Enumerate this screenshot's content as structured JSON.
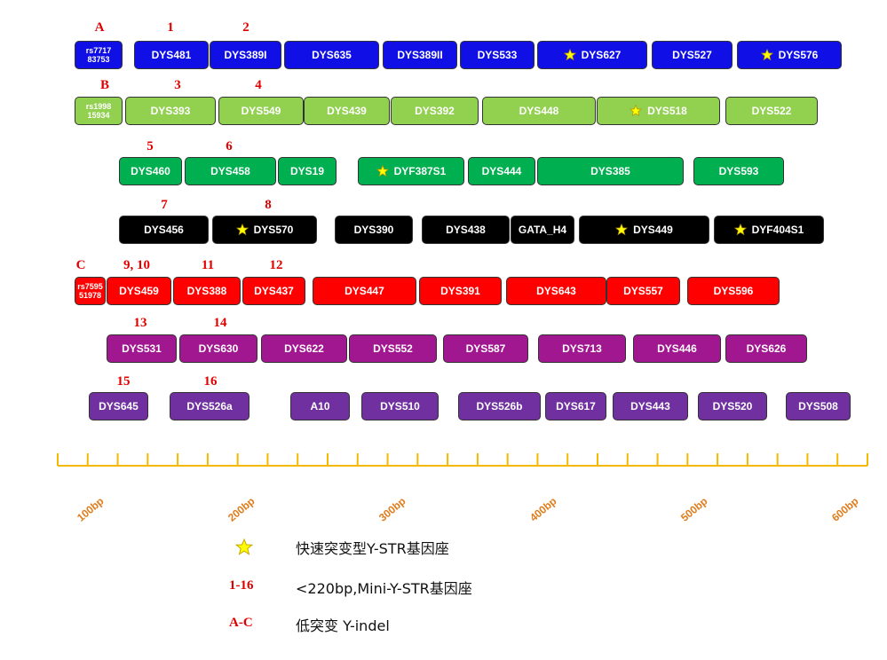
{
  "colors": {
    "blue": "#1010e6",
    "lightgreen": "#92d050",
    "green": "#00b050",
    "black": "#000000",
    "red": "#ff0000",
    "magenta": "#a0178f",
    "purple": "#7030a0",
    "star": "#ffff00",
    "axis": "#f5b800",
    "tick_label": "#e07b1a",
    "marker_red": "#e00000"
  },
  "rows": [
    {
      "color": "blue",
      "text_color": "#ffffff",
      "loci": [
        {
          "label": "rs7717\n83753",
          "small": true,
          "star": false
        },
        {
          "label": "DYS481",
          "star": false
        },
        {
          "label": "DYS389I",
          "star": false
        },
        {
          "label": "DYS635",
          "star": false
        },
        {
          "label": "DYS389II",
          "star": false
        },
        {
          "label": "DYS533",
          "star": false
        },
        {
          "label": "DYS627",
          "star": true
        },
        {
          "label": "DYS527",
          "star": false
        },
        {
          "label": "DYS576",
          "star": true
        }
      ]
    },
    {
      "color": "lightgreen",
      "text_color": "#ffffff",
      "loci": [
        {
          "label": "rs1998\n15934",
          "small": true,
          "star": false
        },
        {
          "label": "DYS393",
          "star": false
        },
        {
          "label": "DYS549",
          "star": false
        },
        {
          "label": "DYS439",
          "star": false
        },
        {
          "label": "DYS392",
          "star": false
        },
        {
          "label": "DYS448",
          "star": false
        },
        {
          "label": "DYS518",
          "star": true
        },
        {
          "label": "DYS522",
          "star": false
        }
      ]
    },
    {
      "color": "green",
      "text_color": "#ffffff",
      "loci": [
        {
          "label": "DYS460",
          "star": false
        },
        {
          "label": "DYS458",
          "star": false
        },
        {
          "label": "DYS19",
          "star": false
        },
        {
          "label": "DYF387S1",
          "star": true
        },
        {
          "label": "DYS444",
          "star": false
        },
        {
          "label": "DYS385",
          "star": false
        },
        {
          "label": "DYS593",
          "star": false
        }
      ]
    },
    {
      "color": "black",
      "text_color": "#ffffff",
      "loci": [
        {
          "label": "DYS456",
          "star": false
        },
        {
          "label": "DYS570",
          "star": true
        },
        {
          "label": "DYS390",
          "star": false
        },
        {
          "label": "DYS438",
          "star": false
        },
        {
          "label": "GATA_H4",
          "star": false
        },
        {
          "label": "DYS449",
          "star": true
        },
        {
          "label": "DYF404S1",
          "star": true
        }
      ]
    },
    {
      "color": "red",
      "text_color": "#ffffff",
      "loci": [
        {
          "label": "rs7595\n51978",
          "small": true,
          "star": false
        },
        {
          "label": "DYS459",
          "star": false
        },
        {
          "label": "DYS388",
          "star": false
        },
        {
          "label": "DYS437",
          "star": false
        },
        {
          "label": "DYS447",
          "star": false
        },
        {
          "label": "DYS391",
          "star": false
        },
        {
          "label": "DYS643",
          "star": false
        },
        {
          "label": "DYS557",
          "star": false
        },
        {
          "label": "DYS596",
          "star": false
        }
      ]
    },
    {
      "color": "magenta",
      "text_color": "#ffffff",
      "loci": [
        {
          "label": "DYS531",
          "star": false
        },
        {
          "label": "DYS630",
          "star": false
        },
        {
          "label": "DYS622",
          "star": false
        },
        {
          "label": "DYS552",
          "star": false
        },
        {
          "label": "DYS587",
          "star": false
        },
        {
          "label": "DYS713",
          "star": false
        },
        {
          "label": "DYS446",
          "star": false
        },
        {
          "label": "DYS626",
          "star": false
        }
      ]
    },
    {
      "color": "purple",
      "text_color": "#ffffff",
      "loci": [
        {
          "label": "DYS645",
          "star": false
        },
        {
          "label": "DYS526a",
          "star": false
        },
        {
          "label": "A10",
          "star": false
        },
        {
          "label": "DYS510",
          "star": false
        },
        {
          "label": "DYS526b",
          "star": false
        },
        {
          "label": "DYS617",
          "star": false
        },
        {
          "label": "DYS443",
          "star": false
        },
        {
          "label": "DYS520",
          "star": false
        },
        {
          "label": "DYS508",
          "star": false
        }
      ]
    }
  ],
  "markers": [
    "A",
    "1",
    "2",
    "B",
    "3",
    "4",
    "5",
    "6",
    "7",
    "8",
    "C",
    "9, 10",
    "11",
    "12",
    "13",
    "14",
    "15",
    "16"
  ],
  "axis": {
    "ticks": [
      "100bp",
      "200bp",
      "300bp",
      "400bp",
      "500bp",
      "600bp"
    ]
  },
  "legend": {
    "star_text": "快速突变型Y-STR基因座",
    "mini_key": "1-16",
    "mini_text": "<220bp,Mini-Y-STR基因座",
    "indel_key": "A-C",
    "indel_text": "低突变 Y-indel"
  }
}
